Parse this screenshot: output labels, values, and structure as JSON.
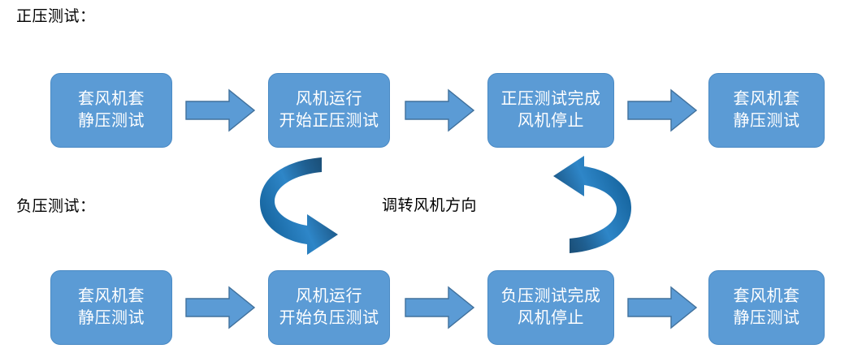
{
  "diagram": {
    "title_positive": "正压测试：",
    "title_negative": "负压测试：",
    "middle_caption": "调转风机方向",
    "colors": {
      "box_fill": "#5B9BD5",
      "box_border": "#4A8AC4",
      "box_text": "#FFFFFF",
      "arrow_fill": "#5B9BD5",
      "arrow_border": "#41719C",
      "curve_dark": "#1F4E79",
      "curve_light": "#2E75B6",
      "label_text": "#000000",
      "background": "#FFFFFF"
    },
    "positive_flow": {
      "steps": [
        {
          "line1": "套风机套",
          "line2": "静压测试"
        },
        {
          "line1": "风机运行",
          "line2": "开始正压测试"
        },
        {
          "line1": "正压测试完成",
          "line2": "风机停止"
        },
        {
          "line1": "套风机套",
          "line2": "静压测试"
        }
      ],
      "connectors": [
        "right-arrow",
        "right-arrow",
        "right-arrow"
      ]
    },
    "negative_flow": {
      "steps": [
        {
          "line1": "套风机套",
          "line2": "静压测试"
        },
        {
          "line1": "风机运行",
          "line2": "开始负压测试"
        },
        {
          "line1": "负压测试完成",
          "line2": "风机停止"
        },
        {
          "line1": "套风机套",
          "line2": "静压测试"
        }
      ],
      "connectors": [
        "right-arrow",
        "right-arrow",
        "right-arrow"
      ]
    },
    "curved_connectors": [
      {
        "name": "curved-arrow-left",
        "direction": "down-right"
      },
      {
        "name": "curved-arrow-right",
        "direction": "up-left"
      }
    ]
  }
}
